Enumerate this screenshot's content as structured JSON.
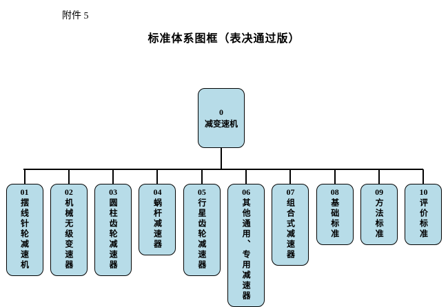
{
  "page": {
    "attachment_label": "附件 5",
    "title": "标准体系图框（表决通过版）"
  },
  "chart_data": {
    "type": "tree",
    "title": "标准体系图框（表决通过版）",
    "root": {
      "code": "0",
      "label": "减变速机"
    },
    "children": [
      {
        "code": "01",
        "label": "摆线针轮减速机"
      },
      {
        "code": "02",
        "label": "机械无级变速器"
      },
      {
        "code": "03",
        "label": "圆柱齿轮减速器"
      },
      {
        "code": "04",
        "label": "蜗杆减速器"
      },
      {
        "code": "05",
        "label": "行星齿轮减速器"
      },
      {
        "code": "06",
        "label": "其他通用、专用减速器"
      },
      {
        "code": "07",
        "label": "组合式减速器"
      },
      {
        "code": "08",
        "label": "基础标准"
      },
      {
        "code": "09",
        "label": "方法标准"
      },
      {
        "code": "10",
        "label": "评价标准"
      }
    ],
    "box_fill": "#b7dce8",
    "box_border": "#000000",
    "line_color": "#000000"
  }
}
